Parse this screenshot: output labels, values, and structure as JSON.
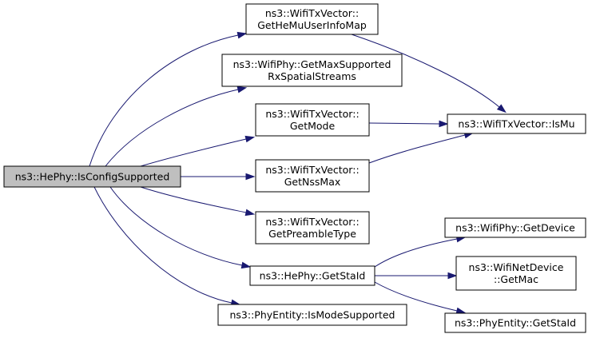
{
  "colors": {
    "edge": "#191970",
    "root_fill": "#bfbfbf",
    "node_fill": "#ffffff",
    "node_border": "#000000"
  },
  "nodes": {
    "root": {
      "lines": [
        "ns3::HePhy::IsConfigSupported"
      ]
    },
    "get_he_mu_user_info_map": {
      "lines": [
        "ns3::WifiTxVector::",
        "GetHeMuUserInfoMap"
      ]
    },
    "get_max_supported_rx_spatial_streams": {
      "lines": [
        "ns3::WifiPhy::GetMaxSupported",
        "RxSpatialStreams"
      ]
    },
    "get_mode": {
      "lines": [
        "ns3::WifiTxVector::",
        "GetMode"
      ]
    },
    "get_nss_max": {
      "lines": [
        "ns3::WifiTxVector::",
        "GetNssMax"
      ]
    },
    "get_preamble_type": {
      "lines": [
        "ns3::WifiTxVector::",
        "GetPreambleType"
      ]
    },
    "he_get_sta_id": {
      "lines": [
        "ns3::HePhy::GetStaId"
      ]
    },
    "is_mode_supported": {
      "lines": [
        "ns3::PhyEntity::IsModeSupported"
      ]
    },
    "is_mu": {
      "lines": [
        "ns3::WifiTxVector::IsMu"
      ]
    },
    "get_device": {
      "lines": [
        "ns3::WifiPhy::GetDevice"
      ]
    },
    "get_mac": {
      "lines": [
        "ns3::WifiNetDevice",
        "::GetMac"
      ]
    },
    "phy_entity_get_sta_id": {
      "lines": [
        "ns3::PhyEntity::GetStaId"
      ]
    }
  },
  "edges": [
    {
      "from": "root",
      "to": "get_he_mu_user_info_map"
    },
    {
      "from": "root",
      "to": "get_max_supported_rx_spatial_streams"
    },
    {
      "from": "root",
      "to": "get_mode"
    },
    {
      "from": "root",
      "to": "get_nss_max"
    },
    {
      "from": "root",
      "to": "get_preamble_type"
    },
    {
      "from": "root",
      "to": "he_get_sta_id"
    },
    {
      "from": "root",
      "to": "is_mode_supported"
    },
    {
      "from": "get_he_mu_user_info_map",
      "to": "is_mu"
    },
    {
      "from": "get_mode",
      "to": "is_mu"
    },
    {
      "from": "get_nss_max",
      "to": "is_mu"
    },
    {
      "from": "he_get_sta_id",
      "to": "get_device"
    },
    {
      "from": "he_get_sta_id",
      "to": "get_mac"
    },
    {
      "from": "he_get_sta_id",
      "to": "phy_entity_get_sta_id"
    }
  ]
}
